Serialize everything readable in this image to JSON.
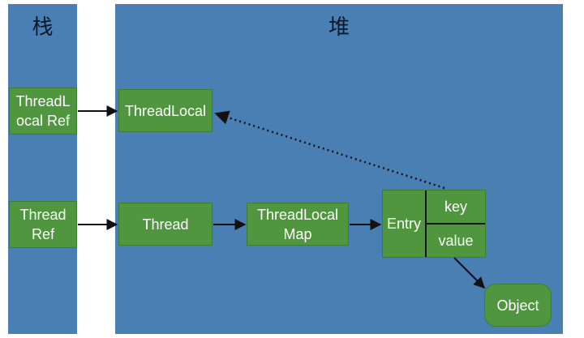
{
  "stack": {
    "title": "栈",
    "threadlocal_ref": "ThreadL\nocal Ref",
    "thread_ref": "Thread\nRef"
  },
  "heap": {
    "title": "堆",
    "threadlocal": "ThreadLocal",
    "thread": "Thread",
    "threadlocalmap": "ThreadLocal\nMap",
    "entry": {
      "label": "Entry",
      "key": "key",
      "value": "value"
    },
    "object": "Object"
  },
  "colors": {
    "panel": "#4a7fb3",
    "box": "#4f963f",
    "arrow": "#111111"
  }
}
